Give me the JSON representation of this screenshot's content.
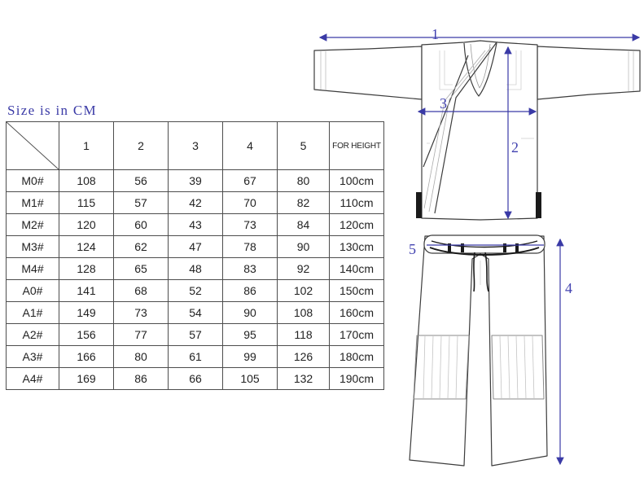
{
  "title": "Size is in CM",
  "table": {
    "headers": [
      "1",
      "2",
      "3",
      "4",
      "5",
      "FOR HEIGHT"
    ],
    "rows": [
      {
        "size": "M0#",
        "values": [
          "108",
          "56",
          "39",
          "67",
          "80"
        ],
        "height": "100cm"
      },
      {
        "size": "M1#",
        "values": [
          "115",
          "57",
          "42",
          "70",
          "82"
        ],
        "height": "110cm"
      },
      {
        "size": "M2#",
        "values": [
          "120",
          "60",
          "43",
          "73",
          "84"
        ],
        "height": "120cm"
      },
      {
        "size": "M3#",
        "values": [
          "124",
          "62",
          "47",
          "78",
          "90"
        ],
        "height": "130cm"
      },
      {
        "size": "M4#",
        "values": [
          "128",
          "65",
          "48",
          "83",
          "92"
        ],
        "height": "140cm"
      },
      {
        "size": "A0#",
        "values": [
          "141",
          "68",
          "52",
          "86",
          "102"
        ],
        "height": "150cm"
      },
      {
        "size": "A1#",
        "values": [
          "149",
          "73",
          "54",
          "90",
          "108"
        ],
        "height": "160cm"
      },
      {
        "size": "A2#",
        "values": [
          "156",
          "77",
          "57",
          "95",
          "118"
        ],
        "height": "170cm"
      },
      {
        "size": "A3#",
        "values": [
          "166",
          "80",
          "61",
          "99",
          "126"
        ],
        "height": "180cm"
      },
      {
        "size": "A4#",
        "values": [
          "169",
          "86",
          "66",
          "105",
          "132"
        ],
        "height": "190cm"
      }
    ]
  },
  "diagram": {
    "labels": {
      "m1": "1",
      "m2": "2",
      "m3": "3",
      "m4": "4",
      "m5": "5"
    },
    "arrow_color": "#3a3aa6"
  }
}
